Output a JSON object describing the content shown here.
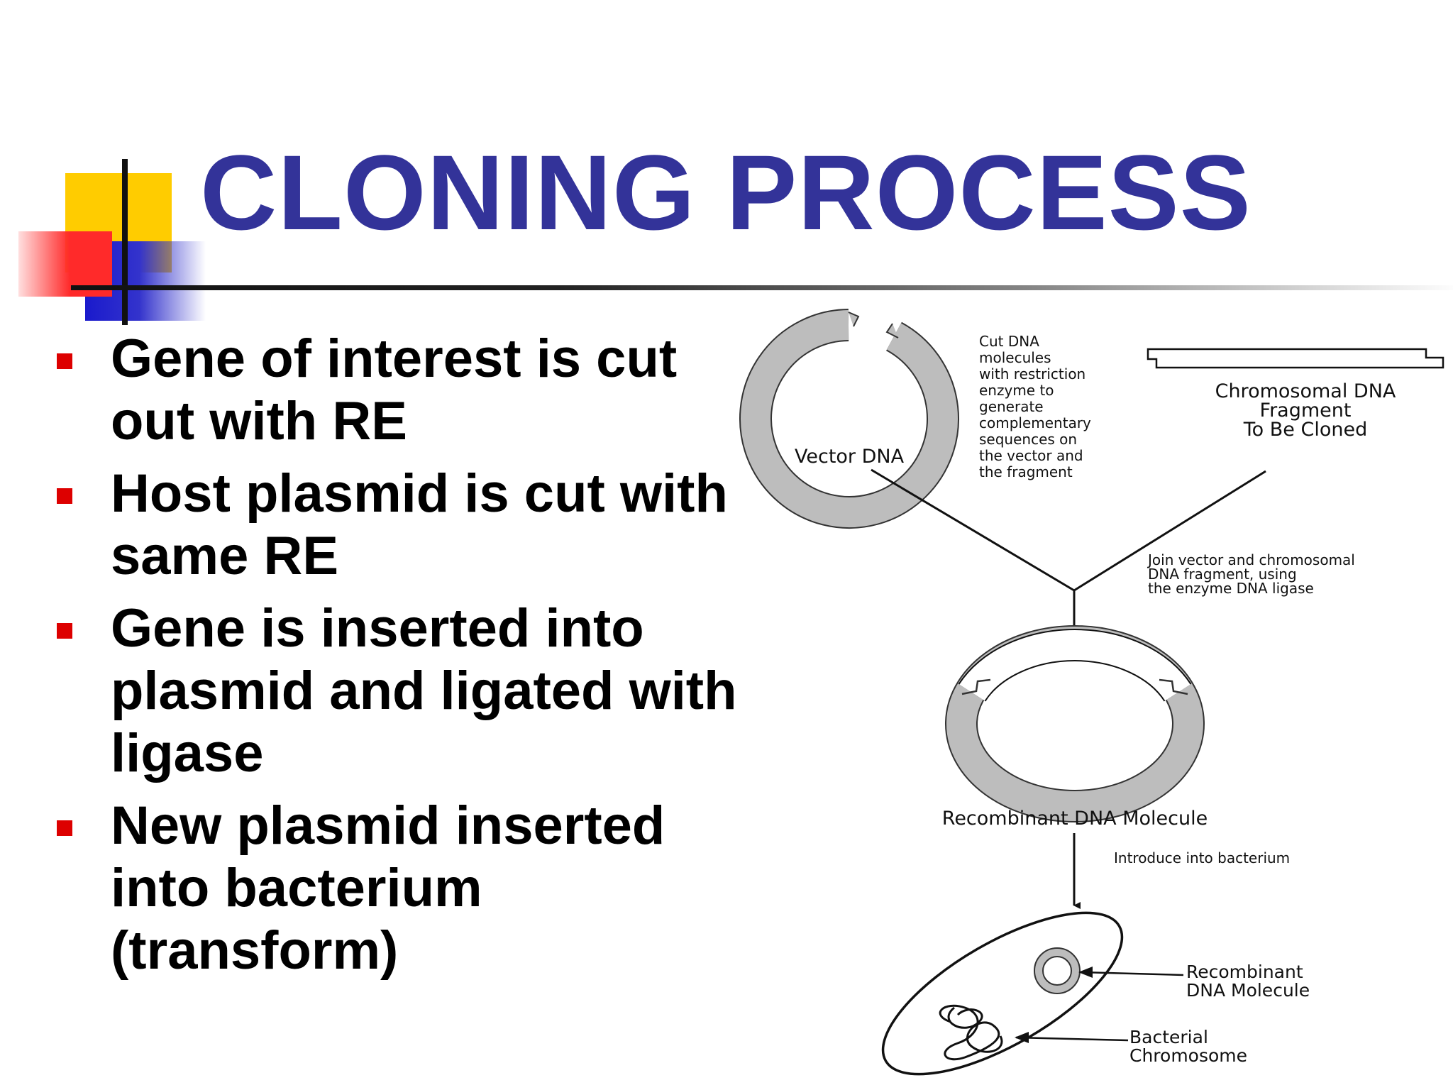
{
  "slide": {
    "title": "CLONING PROCESS",
    "bullets": [
      "Gene of interest is cut out with RE",
      "Host plasmid is cut with same RE",
      "Gene is inserted into plasmid and ligated with ligase",
      "New plasmid inserted into bacterium (transform)"
    ]
  },
  "diagram": {
    "vector_label": "Vector DNA",
    "cut_note": [
      "Cut DNA",
      "molecules",
      "with restriction",
      "enzyme to",
      "generate",
      "complementary",
      "sequences on",
      "the vector and",
      "the fragment"
    ],
    "fragment_label": [
      "Chromosomal DNA",
      "Fragment",
      "To Be Cloned"
    ],
    "join_note": [
      "Join vector and chromosomal",
      "DNA fragment, using",
      "the enzyme DNA ligase"
    ],
    "recombinant_label": "Recombinant DNA Molecule",
    "introduce_note": "Introduce into bacterium",
    "cell_recombinant_label": [
      "Recombinant",
      "DNA Molecule"
    ],
    "chromosome_label": [
      "Bacterial",
      "Chromosome"
    ]
  }
}
